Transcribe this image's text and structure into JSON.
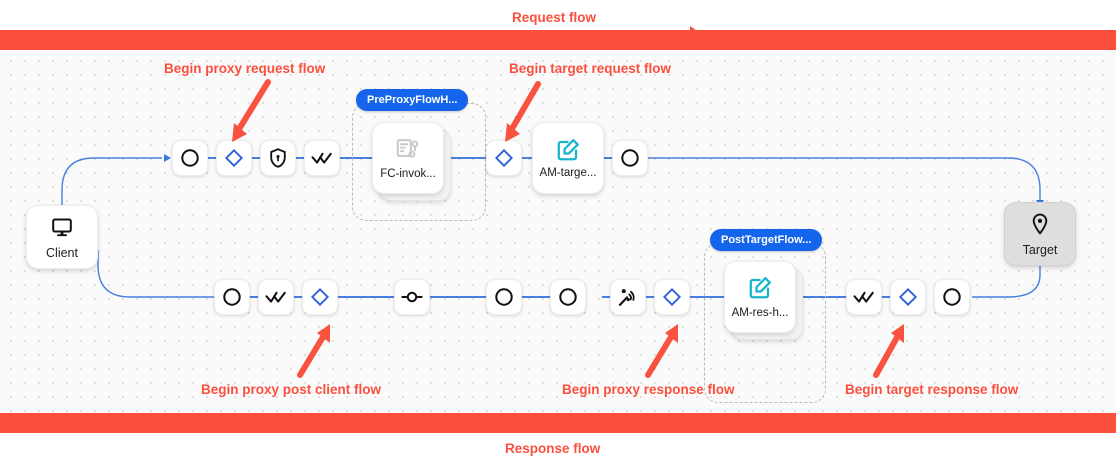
{
  "flow_bars": {
    "request": {
      "label": "Request flow",
      "color": "#fc4f3d",
      "direction": "right"
    },
    "response": {
      "label": "Response flow",
      "color": "#fc4f3d",
      "direction": "left"
    }
  },
  "endpoints": [
    {
      "id": "client",
      "label": "Client",
      "icon": "monitor-icon",
      "bg": "#ffffff"
    },
    {
      "id": "target",
      "label": "Target",
      "icon": "location-pin-icon",
      "bg": "#dedede"
    }
  ],
  "request_row": {
    "steps": [
      {
        "id": "req-start",
        "icon": "circle-icon"
      },
      {
        "id": "req-proxy-begin",
        "icon": "diamond-icon"
      },
      {
        "id": "req-security",
        "icon": "shield-lock-icon"
      },
      {
        "id": "req-checks",
        "icon": "double-check-icon"
      },
      {
        "id": "req-target-begin",
        "icon": "diamond-icon"
      },
      {
        "id": "req-end",
        "icon": "circle-icon"
      }
    ],
    "policy_nodes": [
      {
        "id": "fc-invoke",
        "label": "FC-invok...",
        "icon": "flow-script-icon",
        "icon_color": "#c9c9c9"
      },
      {
        "id": "am-target",
        "label": "AM-targe...",
        "icon": "edit-square-icon",
        "icon_color": "#18b6cd"
      }
    ],
    "groups": [
      {
        "id": "preproxyflowhook",
        "pill": "PreProxyFlowH..."
      }
    ]
  },
  "response_row": {
    "steps": [
      {
        "id": "res-start",
        "icon": "circle-icon"
      },
      {
        "id": "res-checks",
        "icon": "double-check-icon"
      },
      {
        "id": "res-postclient-begin",
        "icon": "diamond-icon"
      },
      {
        "id": "res-node",
        "icon": "node-line-icon"
      },
      {
        "id": "res-mid-1",
        "icon": "circle-icon"
      },
      {
        "id": "res-mid-2",
        "icon": "circle-icon"
      },
      {
        "id": "res-antenna",
        "icon": "antenna-icon"
      },
      {
        "id": "res-proxy-begin",
        "icon": "diamond-icon"
      },
      {
        "id": "res-target-checks",
        "icon": "double-check-icon"
      },
      {
        "id": "res-target-begin",
        "icon": "diamond-icon"
      },
      {
        "id": "res-end",
        "icon": "circle-icon"
      }
    ],
    "policy_nodes": [
      {
        "id": "am-res-h",
        "label": "AM-res-h...",
        "icon": "edit-square-icon",
        "icon_color": "#18b6cd"
      }
    ],
    "groups": [
      {
        "id": "posttargetflow",
        "pill": "PostTargetFlow..."
      }
    ]
  },
  "annotations": [
    {
      "id": "anno-proxy-request",
      "text": "Begin proxy request flow"
    },
    {
      "id": "anno-target-request",
      "text": "Begin target request flow"
    },
    {
      "id": "anno-post-client",
      "text": "Begin proxy post client flow"
    },
    {
      "id": "anno-proxy-response",
      "text": "Begin proxy response flow"
    },
    {
      "id": "anno-target-response",
      "text": "Begin target response flow"
    }
  ],
  "colors": {
    "accent_red": "#fc4f3d",
    "edge_blue": "#4a7fe0",
    "pill_blue": "#1565ec",
    "diamond_blue": "#2c5fd4",
    "teal": "#18b6cd"
  }
}
